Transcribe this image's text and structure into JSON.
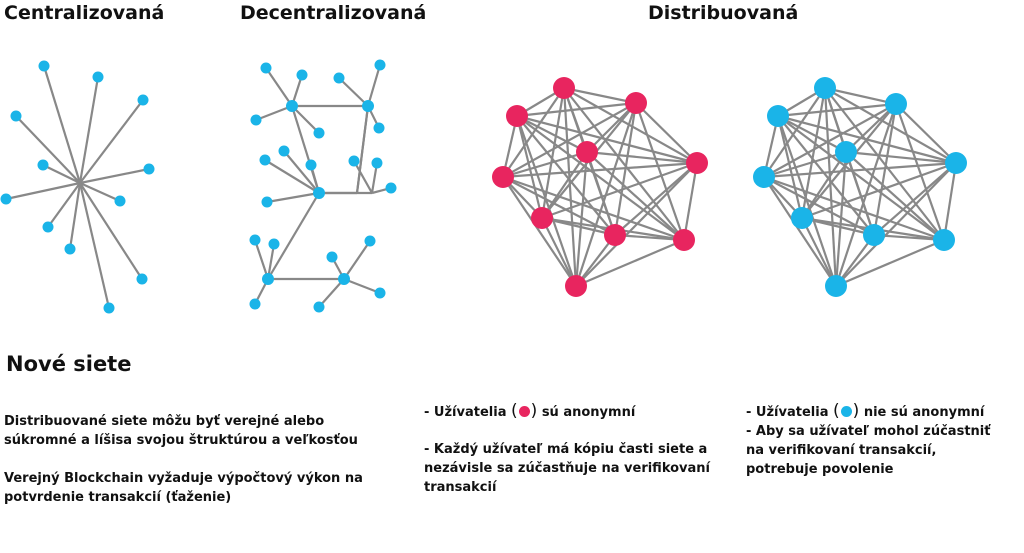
{
  "titles": {
    "centralized": "Centralizovaná",
    "decentralized": "Decentralizovaná",
    "distributed": "Distribuovaná"
  },
  "colors": {
    "blue": "#1ab4e8",
    "pink": "#e8255f",
    "edge": "#888888"
  },
  "section": {
    "title": "Nové siete",
    "para1_l1": "Distribuované siete môžu byť verejné alebo",
    "para1_l2": "súkromné a líšisa svojou štruktúrou a veľkosťou",
    "para2_l1": "Verejný Blockchain vyžaduje výpočtový výkon na",
    "para2_l2": "potvrdenie transakcií (ťaženie)"
  },
  "pink_notes": {
    "b1_prefix": "- Užívatelia",
    "paren_open": "(",
    "paren_close": ")",
    "b1_suffix": "sú anonymní",
    "b2_l1": "- Každý užívateľ má kópiu časti siete a",
    "b2_l2": "nezávisle sa zúčastňuje na verifikovaní",
    "b2_l3": "transakcií"
  },
  "blue_notes": {
    "b1_prefix": "- Užívatelia",
    "paren_open": "(",
    "paren_close": ")",
    "b1_suffix": "nie sú anonymní",
    "b2_l1": "- Aby sa užívateľ mohol zúčastniť",
    "b2_l2": "na verifikovaní transakcií,",
    "b2_l3": "potrebuje povolenie"
  }
}
